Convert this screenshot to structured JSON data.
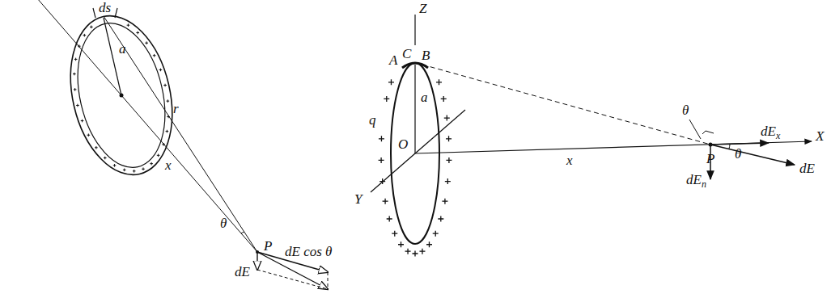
{
  "diagram": {
    "labels": [
      "ds",
      "a",
      "r",
      "x",
      "θ",
      "P",
      "dE",
      "dE cos θ",
      "Z",
      "A",
      "C",
      "B",
      "a",
      "q",
      "O",
      "Y",
      "x",
      "θ",
      "P",
      "dE",
      "x",
      "X",
      "θ",
      "dE",
      "dE",
      "n"
    ]
  }
}
